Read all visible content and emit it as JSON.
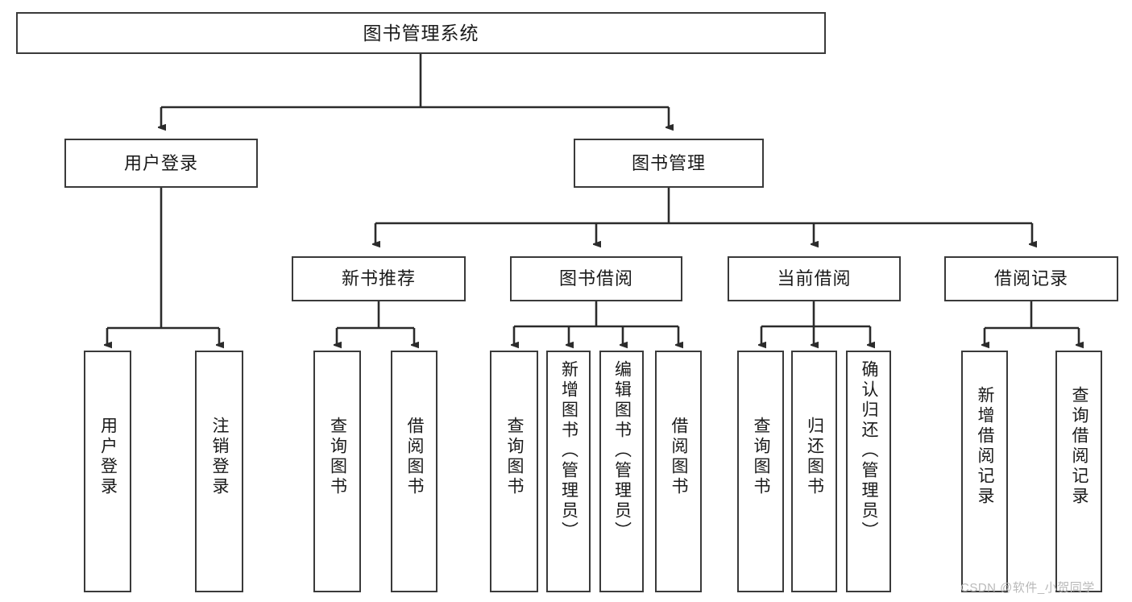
{
  "diagram": {
    "title": "图书管理系统",
    "type": "tree-hierarchy-chart",
    "watermark": "CSDN @软件_小贺同学",
    "colors": {
      "box_border": "#3a3a3a",
      "box_fill": "#ffffff",
      "connector": "#2b2b2b",
      "text": "#1a1a1a",
      "watermark": "#b9b9b9",
      "background": "#ffffff"
    },
    "levels": {
      "root": {
        "label": "图书管理系统"
      },
      "level2": [
        {
          "id": "user-login",
          "label": "用户登录"
        },
        {
          "id": "book-manage",
          "label": "图书管理"
        }
      ],
      "level3": [
        {
          "id": "new-book-recommend",
          "label": "新书推荐"
        },
        {
          "id": "book-borrow",
          "label": "图书借阅"
        },
        {
          "id": "current-borrow",
          "label": "当前借阅"
        },
        {
          "id": "borrow-record",
          "label": "借阅记录"
        }
      ],
      "leaves": {
        "user_login": [
          {
            "id": "leaf-user-login",
            "label": "用户登录"
          },
          {
            "id": "leaf-user-logout",
            "label": "注销登录"
          }
        ],
        "new_book_recommend": [
          {
            "id": "leaf-query-book-1",
            "label": "查询图书"
          },
          {
            "id": "leaf-borrow-book-1",
            "label": "借阅图书"
          }
        ],
        "book_borrow": [
          {
            "id": "leaf-query-book-2",
            "label": "查询图书"
          },
          {
            "id": "leaf-add-book",
            "label": "新增图书（管理员）"
          },
          {
            "id": "leaf-edit-book",
            "label": "编辑图书（管理员）"
          },
          {
            "id": "leaf-borrow-book-2",
            "label": "借阅图书"
          }
        ],
        "current_borrow": [
          {
            "id": "leaf-query-book-3",
            "label": "查询图书"
          },
          {
            "id": "leaf-return-book",
            "label": "归还图书"
          },
          {
            "id": "leaf-confirm-return",
            "label": "确认归还（管理员）"
          }
        ],
        "borrow_record": [
          {
            "id": "leaf-add-record",
            "label": "新增借阅记录"
          },
          {
            "id": "leaf-query-record",
            "label": "查询借阅记录"
          }
        ]
      }
    }
  }
}
